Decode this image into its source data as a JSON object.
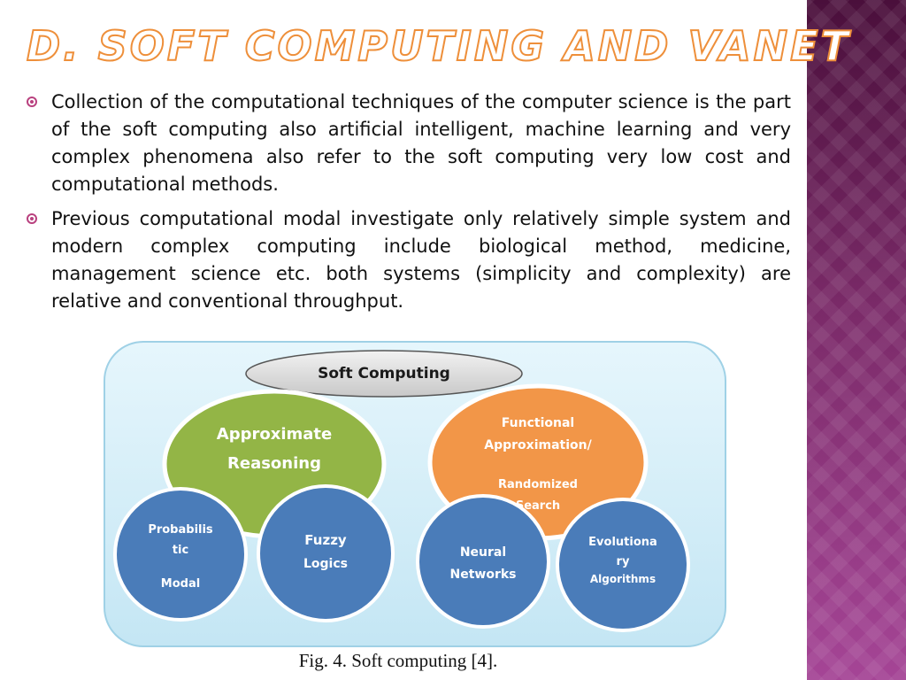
{
  "slide": {
    "title": "D. Soft Computing and VANET"
  },
  "bullets": [
    "Collection of the computational techniques of the computer science is the part of the soft computing also artificial intelligent, machine learning and very complex phenomena also refer to the soft computing very low cost and computational methods.",
    "Previous computational modal investigate only relatively simple system and modern complex computing include biological method, medicine, management science etc. both systems (simplicity and complexity) are relative and conventional throughput."
  ],
  "diagram": {
    "root_label": "Soft Computing",
    "nodes": {
      "approx_reasoning": {
        "line1": "Approximate",
        "line2": "Reasoning"
      },
      "functional": {
        "line1": "Functional",
        "line2": "Approximation/",
        "line3": "Randomized",
        "line4": "Search"
      },
      "probabilistic": {
        "line1": "Probabilis",
        "line2": "tic",
        "line3": "Modal"
      },
      "fuzzy": {
        "line1": "Fuzzy",
        "line2": "Logics"
      },
      "neural": {
        "line1": "Neural",
        "line2": "Networks"
      },
      "evolutionary": {
        "line1": "Evolutiona",
        "line2": "ry",
        "line3": "Algorithms"
      }
    },
    "colors": {
      "background": "#d6effa",
      "green": "#93b546",
      "orange": "#f29648",
      "blue": "#4a7cb9"
    }
  },
  "caption": "Fig. 4. Soft computing [4]."
}
